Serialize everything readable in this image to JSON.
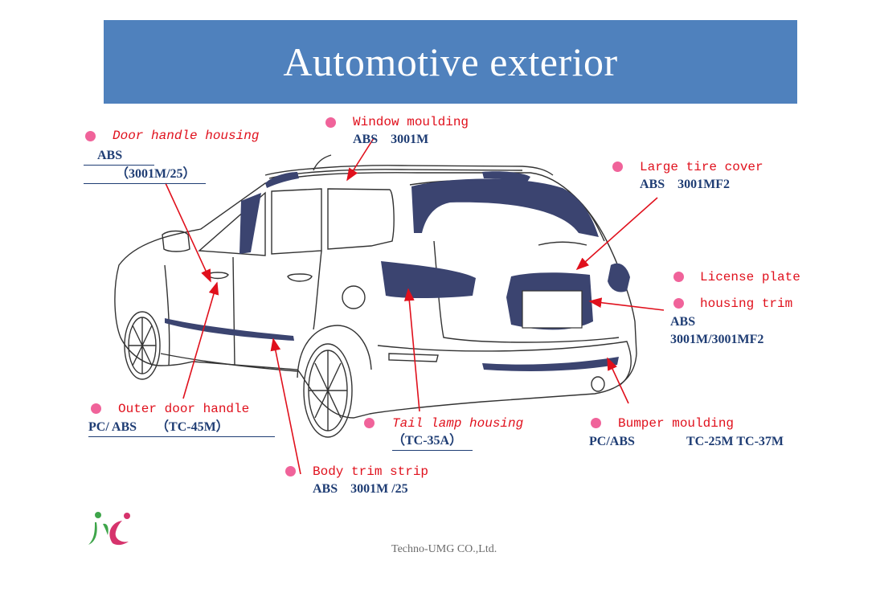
{
  "title": "Automotive exterior",
  "parts": {
    "door_handle_housing": {
      "name": "Door handle housing",
      "spec1": "ABS",
      "spec2": "（3001M/25）"
    },
    "window_moulding": {
      "name": "Window moulding",
      "spec": "ABS    3001M"
    },
    "large_tire_cover": {
      "name": "Large tire cover",
      "spec": "ABS    3001MF2"
    },
    "license_plate_trim": {
      "name1": "License plate",
      "name2": "housing trim",
      "spec1": "ABS",
      "spec2": "3001M/3001MF2"
    },
    "outer_door_handle": {
      "name": "Outer door handle",
      "spec": "PC/ ABS      （TC-45M）"
    },
    "tail_lamp_housing": {
      "name": "Tail lamp housing",
      "spec": "（TC-35A）"
    },
    "bumper_moulding": {
      "name": "Bumper moulding",
      "spec1": "PC/ABS",
      "spec2": "TC-25M TC-37M"
    },
    "body_trim_strip": {
      "name": "Body trim strip",
      "spec": "ABS    3001M /25"
    }
  },
  "footer": "Techno-UMG CO.,Ltd.",
  "colors": {
    "banner": "#4f81bd",
    "part_name": "#e0101c",
    "spec": "#1f3d74",
    "bullet": "#f0639a",
    "trim_fill": "#3b4470",
    "logo_green": "#3ea54a",
    "logo_pink": "#d6336c"
  },
  "icons": {
    "logo": "company-logo"
  }
}
